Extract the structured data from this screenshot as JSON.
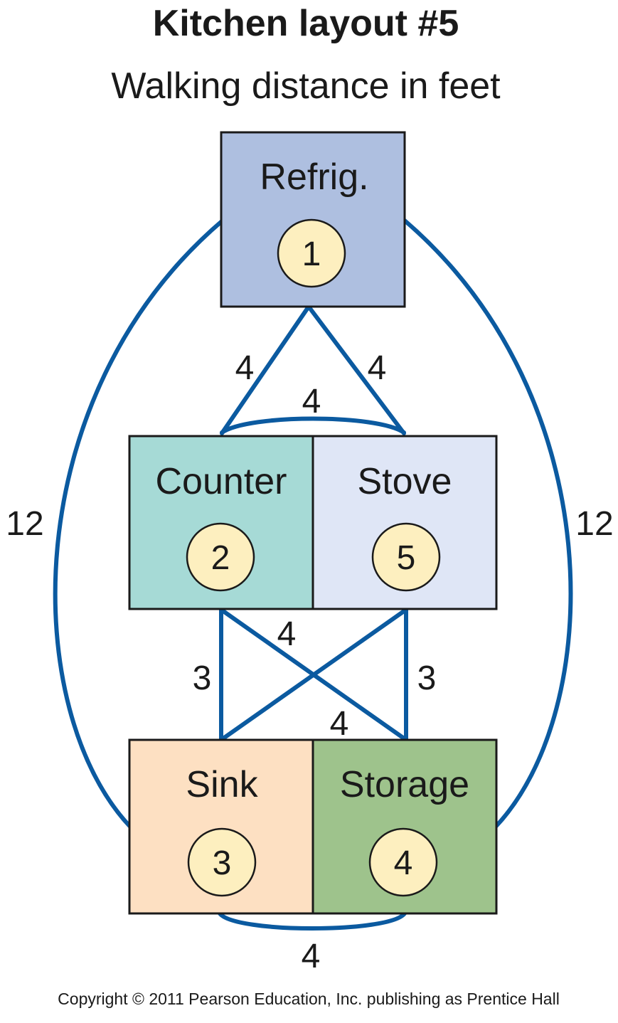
{
  "title": "Kitchen layout #5",
  "subtitle": "Walking distance in feet",
  "colors": {
    "line": "#0b5aa0",
    "refrig": "#aebfe0",
    "counter": "#a6dad6",
    "stove": "#dfe6f6",
    "sink": "#fde0c2",
    "storage": "#9ec38c",
    "badge": "#fdefbf"
  },
  "stations": {
    "refrig": {
      "label": "Refrig.",
      "number": "1"
    },
    "counter": {
      "label": "Counter",
      "number": "2"
    },
    "stove": {
      "label": "Stove",
      "number": "5"
    },
    "sink": {
      "label": "Sink",
      "number": "3"
    },
    "storage": {
      "label": "Storage",
      "number": "4"
    }
  },
  "distances": {
    "refrig_counter": "4",
    "refrig_stove": "4",
    "counter_stove": "4",
    "refrig_sink": "12",
    "refrig_storage": "12",
    "counter_sink": "3",
    "stove_storage": "3",
    "counter_storage": "4",
    "stove_sink": "4",
    "sink_storage": "4"
  },
  "copyright": "Copyright © 2011 Pearson Education, Inc. publishing as Prentice Hall"
}
